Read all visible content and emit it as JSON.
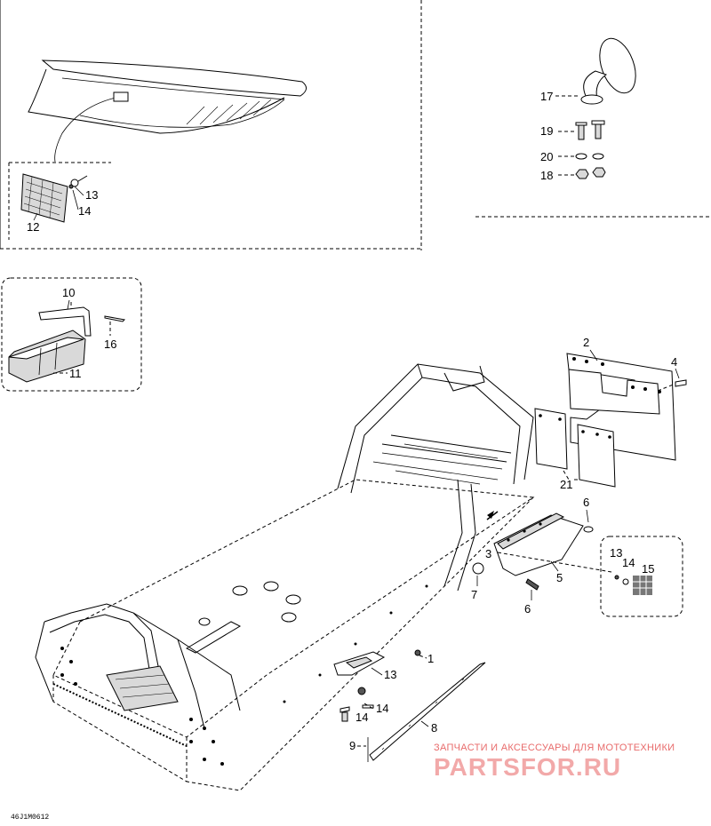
{
  "callouts": {
    "c1": "1",
    "c2": "2",
    "c3": "3",
    "c4": "4",
    "c5": "5",
    "c6a": "6",
    "c6b": "6",
    "c7": "7",
    "c8": "8",
    "c9": "9",
    "c10": "10",
    "c11": "11",
    "c12": "12",
    "c13a": "13",
    "c13b": "13",
    "c13c": "13",
    "c14a": "14",
    "c14b": "14",
    "c14c": "14",
    "c14d": "14",
    "c15": "15",
    "c16": "16",
    "c17": "17",
    "c18": "18",
    "c19": "19",
    "c20": "20",
    "c21": "21"
  },
  "watermark": {
    "tagline": "ЗАПЧАСТИ И АКСЕССУАРЫ ДЛЯ МОТОТЕХНИКИ",
    "logo": "PARTSFOR.RU"
  },
  "drawing_code": "46J1M0612"
}
